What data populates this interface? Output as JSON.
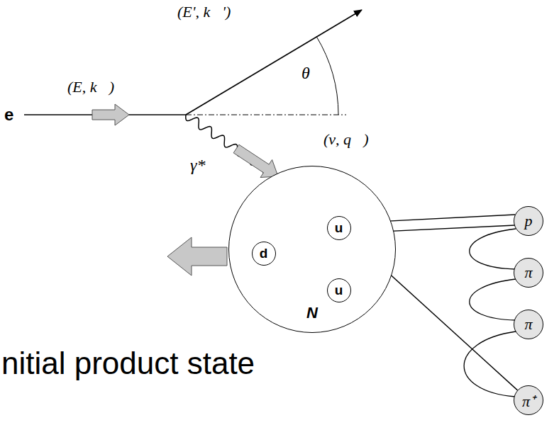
{
  "diagram": {
    "nodes": [
      {
        "text": [
          "N"
        ]
      },
      {
        "text": [
          "u"
        ],
        "in": 0
      },
      {
        "text": [
          "d"
        ],
        "in": 0
      },
      {
        "text": [
          "u"
        ],
        "in": 0
      },
      {
        "text": [
          "p"
        ]
      },
      {
        "text": [
          "π"
        ]
      },
      {
        "text": [
          "π"
        ]
      },
      {
        "text": [
          "π⁺"
        ]
      }
    ],
    "edges": [
      {
        "from": 1,
        "to": 7,
        "arrow": "none"
      }
    ],
    "labels": [
      "e",
      "(E, k⃗)",
      "(E', k⃗')",
      "θ",
      "γ*",
      "(ν, q⃗)",
      "nitial product state"
    ]
  }
}
